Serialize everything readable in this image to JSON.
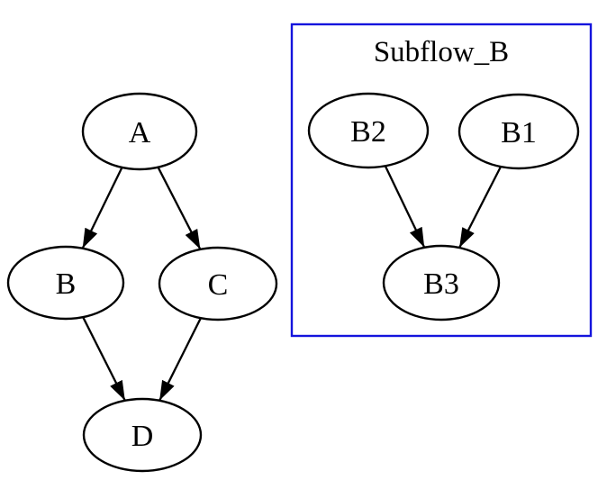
{
  "diagram": {
    "type": "flowchart-graph",
    "background_color": "#ffffff",
    "node_fill_color": "#ffffff",
    "node_border_color": "#000000",
    "edge_color": "#000000",
    "cluster": {
      "title": "Subflow_B",
      "border_color": "#1414dd"
    },
    "nodes": [
      {
        "id": "A",
        "label": "A"
      },
      {
        "id": "B",
        "label": "B"
      },
      {
        "id": "C",
        "label": "C"
      },
      {
        "id": "D",
        "label": "D"
      },
      {
        "id": "B2",
        "label": "B2"
      },
      {
        "id": "B1",
        "label": "B1"
      },
      {
        "id": "B3",
        "label": "B3"
      }
    ],
    "edges": [
      {
        "from": "A",
        "to": "B"
      },
      {
        "from": "A",
        "to": "C"
      },
      {
        "from": "B",
        "to": "D"
      },
      {
        "from": "C",
        "to": "D"
      },
      {
        "from": "B2",
        "to": "B3"
      },
      {
        "from": "B1",
        "to": "B3"
      }
    ]
  }
}
